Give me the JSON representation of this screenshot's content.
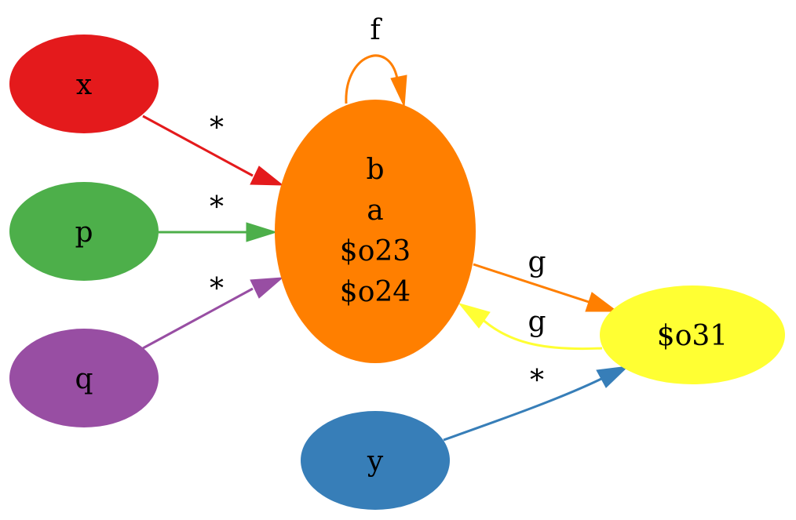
{
  "diagram": {
    "nodes": {
      "x": {
        "lines": [
          "x"
        ],
        "color": "#e41a1c"
      },
      "p": {
        "lines": [
          "p"
        ],
        "color": "#4daf4a"
      },
      "q": {
        "lines": [
          "q"
        ],
        "color": "#984ea3"
      },
      "b": {
        "lines": [
          "b",
          "a",
          "$o23",
          "$o24"
        ],
        "color": "#ff7f00"
      },
      "o31": {
        "lines": [
          "$o31"
        ],
        "color": "#ffff33"
      },
      "y": {
        "lines": [
          "y"
        ],
        "color": "#377eb8"
      }
    },
    "edges": {
      "x_b": {
        "from": "x",
        "to": "b",
        "label": "*",
        "color": "#e41a1c"
      },
      "p_b": {
        "from": "p",
        "to": "b",
        "label": "*",
        "color": "#4daf4a"
      },
      "q_b": {
        "from": "q",
        "to": "b",
        "label": "*",
        "color": "#984ea3"
      },
      "b_b": {
        "from": "b",
        "to": "b",
        "label": "f",
        "color": "#ff7f00"
      },
      "b_o31": {
        "from": "b",
        "to": "o31",
        "label": "g",
        "color": "#ff7f00"
      },
      "o31_b": {
        "from": "o31",
        "to": "b",
        "label": "g",
        "color": "#ffff33"
      },
      "y_o31": {
        "from": "y",
        "to": "o31",
        "label": "*",
        "color": "#377eb8"
      }
    }
  }
}
